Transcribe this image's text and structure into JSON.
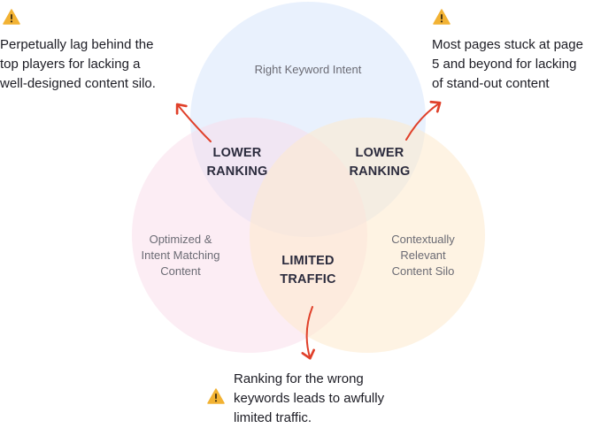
{
  "notes": {
    "top_left": [
      "Perpetually lag behind the",
      "top players for lacking a",
      "well-designed content silo."
    ],
    "top_right": [
      "Most pages stuck at page",
      "5 and beyond for lacking",
      "of stand-out content"
    ],
    "bottom": [
      "Ranking for the wrong",
      "keywords leads to awfully",
      "limited traffic."
    ]
  },
  "circles": {
    "top": [
      "Right Keyword Intent"
    ],
    "left": [
      "Optimized &",
      "Intent Matching",
      "Content"
    ],
    "right": [
      "Contextually",
      "Relevant",
      "Content Silo"
    ]
  },
  "intersections": {
    "top_left": [
      "LOWER",
      "RANKING"
    ],
    "top_right": [
      "LOWER",
      "RANKING"
    ],
    "bottom": [
      "LIMITED",
      "TRAFFIC"
    ]
  },
  "colors": {
    "circle_top": "#e3edfb",
    "circle_left": "#fbe6ef",
    "circle_right": "#fdf0dc",
    "arrow": "#e0402a",
    "warning": "#f2b233"
  },
  "icons": [
    "warning-icon",
    "arrow-icon"
  ]
}
